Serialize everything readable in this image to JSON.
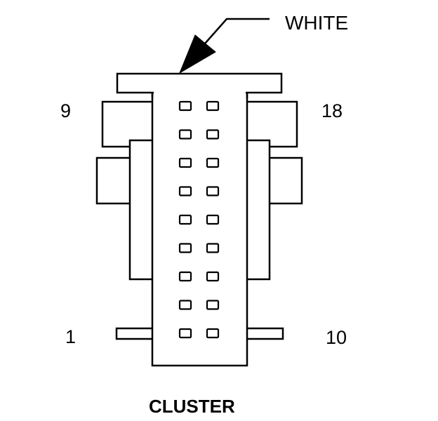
{
  "diagram": {
    "wire_color_label": "WHITE",
    "connector_name": "CLUSTER",
    "pin_labels": {
      "top_left": "9",
      "top_right": "18",
      "bottom_left": "1",
      "bottom_right": "10"
    },
    "cavity_columns": 2,
    "cavity_rows": 9,
    "line_color": "#000000",
    "background_color": "#ffffff"
  }
}
